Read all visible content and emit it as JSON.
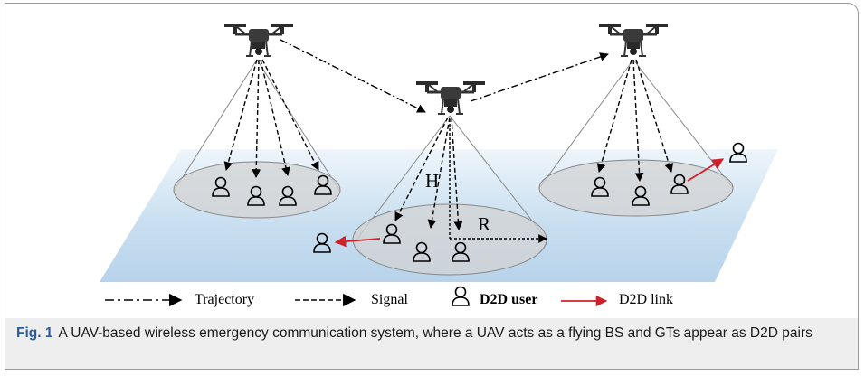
{
  "figure": {
    "fig_label": "Fig. 1",
    "caption": "A UAV-based wireless emergency communication system, where a UAV acts as a flying BS and GTs appear as D2D pairs"
  },
  "diagram": {
    "height_label": "H",
    "radius_label": "R"
  },
  "legend": {
    "trajectory": "Trajectory",
    "signal": "Signal",
    "d2d_user": "D2D user",
    "d2d_link": "D2D link"
  },
  "colors": {
    "ground_plane": "#c6dcef",
    "coverage_disk": "#d6d6d6",
    "d2d_link": "#d0202a",
    "fig_label": "#2a5aa0"
  },
  "icons": [
    "drone-icon",
    "user-icon",
    "arrow-icon"
  ]
}
